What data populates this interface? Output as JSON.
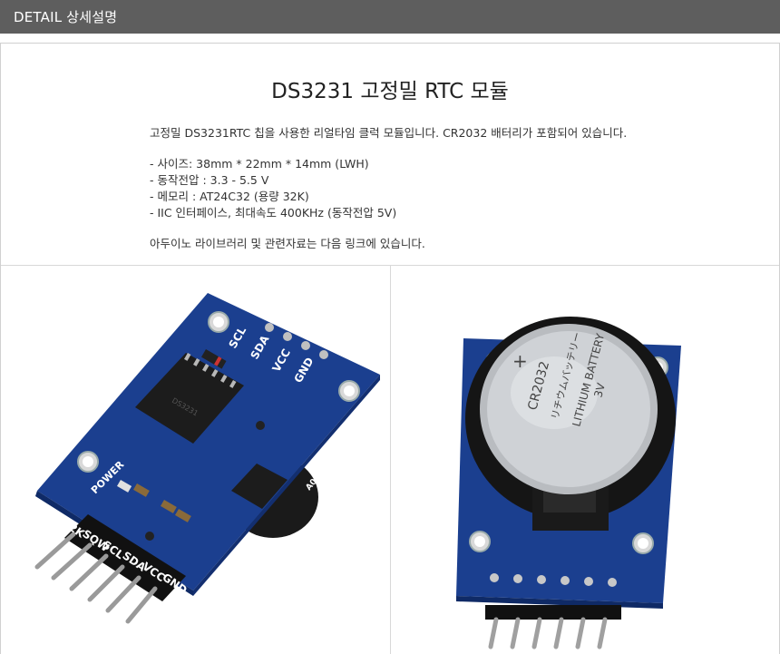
{
  "header": {
    "label": "DETAIL 상세설명"
  },
  "content": {
    "title": "DS3231 고정밀 RTC 모듈",
    "intro": "고정밀 DS3231RTC 칩을 사용한 리얼타임 클럭 모듈입니다. CR2032 배터리가 포함되어 있습니다.",
    "specs": [
      "- 사이즈: 38mm * 22mm * 14mm (LWH)",
      "- 동작전압 : 3.3 - 5.5 V",
      "- 메모리 : AT24C32 (용량 32K)",
      "- IIC 인터페이스, 최대속도 400KHz (동작전압 5V)"
    ],
    "footer_note": "아두이노 라이브러리 및 관련자료는 다음 링크에 있습니다."
  },
  "photo_left": {
    "labels": [
      "SCL",
      "SDA",
      "VCC",
      "GND",
      "POWER",
      "32K",
      "SQW",
      "SCL",
      "SDA",
      "VCC",
      "GND",
      "A0A1A2"
    ]
  },
  "photo_right": {
    "battery_lines": [
      "CR2032",
      "リチウムバッテリー",
      "LITHIUM BATTERY",
      "3V"
    ]
  }
}
